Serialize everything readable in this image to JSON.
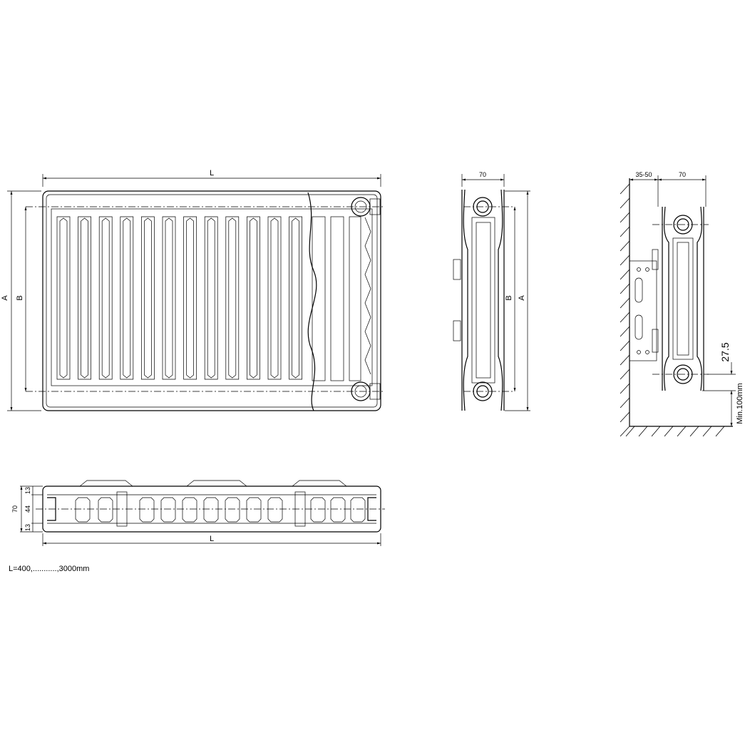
{
  "front_view": {
    "dim_length": "L",
    "dim_height_a": "A",
    "dim_height_b": "B"
  },
  "side_view": {
    "dim_depth": "70",
    "dim_height_b": "B",
    "dim_height_a": "A"
  },
  "install_view": {
    "dim_wall_gap": "35-50",
    "dim_depth": "70",
    "dim_offset": "27.5",
    "dim_floor_clearance": "Min.100mm"
  },
  "top_view": {
    "dim_total": "70",
    "dim_top": "13",
    "dim_mid": "44",
    "dim_bottom": "13",
    "dim_length": "L"
  },
  "note": "L=400,...........,3000mm"
}
